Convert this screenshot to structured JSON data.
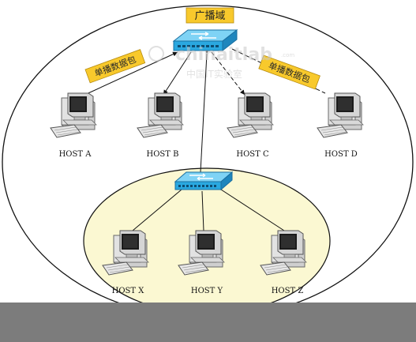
{
  "diagram": {
    "broadcast_domain_label": "广播域",
    "unicast_packet_left": "单播数据包",
    "unicast_packet_right": "单播数据包",
    "hosts_top": [
      {
        "label": "HOST A"
      },
      {
        "label": "HOST B"
      },
      {
        "label": "HOST C"
      },
      {
        "label": "HOST D"
      }
    ],
    "hosts_bottom": [
      {
        "label": "HOST X"
      },
      {
        "label": "HOST Y"
      },
      {
        "label": "HOST Z"
      }
    ]
  },
  "watermark": {
    "text": "chinaitlab",
    "tld": ".com",
    "subtitle": "中国IT实验室"
  },
  "colors": {
    "ellipse_outline": "#111111",
    "inner_fill": "#fbf8d2",
    "switch_blue": "#2aa8e0",
    "tag_fill": "#f8c92c",
    "bottom_bar": "#7c7c7c"
  },
  "icons": {
    "switch": "network-switch-icon",
    "host": "desktop-computer-icon"
  }
}
